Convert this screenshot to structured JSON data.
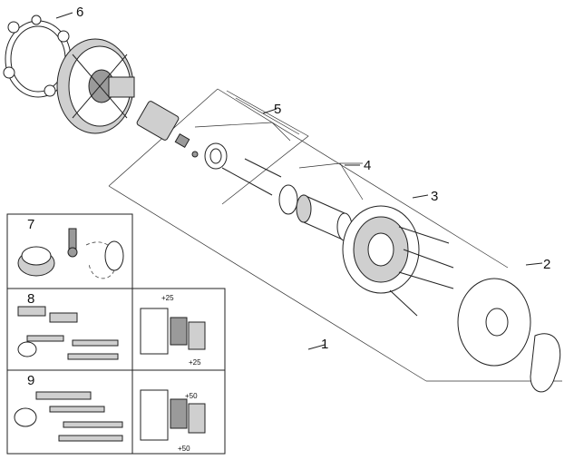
{
  "callouts": {
    "c1": "1",
    "c2": "2",
    "c3": "3",
    "c4": "4",
    "c5": "5",
    "c6": "6",
    "c7": "7",
    "c8": "8",
    "c9": "9"
  },
  "dimensions": {
    "d8_top": "+25",
    "d8_bottom": "+25",
    "d9_top": "+50",
    "d9_bottom": "+50"
  }
}
